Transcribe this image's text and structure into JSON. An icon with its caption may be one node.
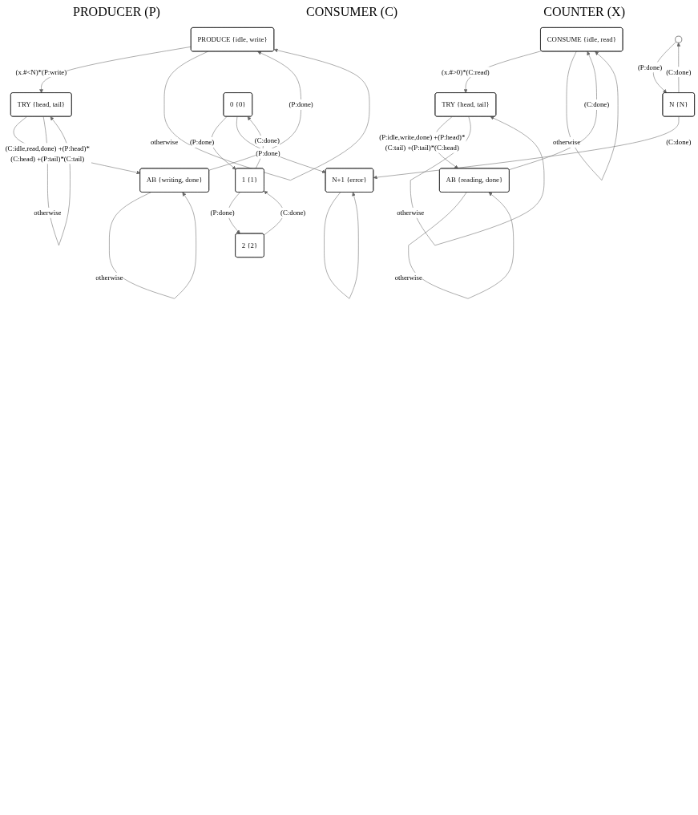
{
  "diagram": {
    "nodes": [
      {
        "text": [
          "PRODUCE {idle, write}"
        ]
      },
      {
        "text": [
          "TRY {head, tail}"
        ]
      },
      {
        "text": [
          "AB {writing, done}"
        ]
      },
      {
        "text": [
          "CONSUME {idle, read}"
        ]
      },
      {
        "text": [
          "TRY {head, tail}"
        ]
      },
      {
        "text": [
          "AB {reading, done}"
        ]
      },
      {
        "text": [
          "N+1 {error}"
        ]
      },
      {
        "text": [
          "0 {0}"
        ]
      },
      {
        "text": [
          "1 {1}"
        ]
      },
      {
        "text": [
          "2 {2}"
        ]
      },
      {
        "text": [],
        "shape": "circle"
      },
      {
        "text": [
          "N {N}"
        ]
      }
    ],
    "edges": [
      {
        "from": 0,
        "to": 1,
        "arrow": "to",
        "label": "(x.#<N)*(P:write)"
      },
      {
        "from": 1,
        "to": 2,
        "arrow": "to",
        "label": "(C:idle,read,done) +(P:head)*(C:head) +(P:tail)*(C:tail)"
      },
      {
        "from": 2,
        "to": 0,
        "arrow": "to",
        "label": "(P:done)"
      },
      {
        "from": 0,
        "to": 0,
        "arrow": "to",
        "label": "otherwise"
      },
      {
        "from": 1,
        "to": 1,
        "arrow": "to",
        "label": "otherwise"
      },
      {
        "from": 2,
        "to": 2,
        "arrow": "to",
        "label": "otherwise"
      },
      {
        "from": 3,
        "to": 4,
        "arrow": "to",
        "label": "(x.#>0)*(C:read)"
      },
      {
        "from": 4,
        "to": 5,
        "arrow": "to",
        "label": "(P:idle,write,done) +(P:head)*(C:tail) +(P:tail)*(C:head)"
      },
      {
        "from": 5,
        "to": 3,
        "arrow": "to",
        "label": "(C:done)"
      },
      {
        "from": 3,
        "to": 3,
        "arrow": "to",
        "label": "otherwise"
      },
      {
        "from": 4,
        "to": 4,
        "arrow": "to",
        "label": "otherwise"
      },
      {
        "from": 5,
        "to": 5,
        "arrow": "to",
        "label": "otherwise"
      },
      {
        "from": 6,
        "to": 6,
        "arrow": "to"
      },
      {
        "from": 7,
        "to": 8,
        "arrow": "to",
        "label": "(P:done)"
      },
      {
        "from": 8,
        "to": 9,
        "arrow": "to",
        "label": "(P:done)"
      },
      {
        "from": 10,
        "to": 11,
        "arrow": "to",
        "label": "(P:done)"
      },
      {
        "from": 8,
        "to": 7,
        "arrow": "to",
        "label": "(C:done)"
      },
      {
        "from": 9,
        "to": 8,
        "arrow": "to",
        "label": "(C:done)"
      },
      {
        "from": 11,
        "to": 10,
        "arrow": "to",
        "label": "(C:done)"
      },
      {
        "from": 7,
        "to": 6,
        "arrow": "to",
        "label": "(P:done)"
      },
      {
        "from": 11,
        "to": 6,
        "arrow": "to",
        "label": "(C:done)"
      }
    ],
    "labels": [
      "PRODUCER (P)",
      "CONSUMER (C)",
      "COUNTER (X)"
    ]
  }
}
